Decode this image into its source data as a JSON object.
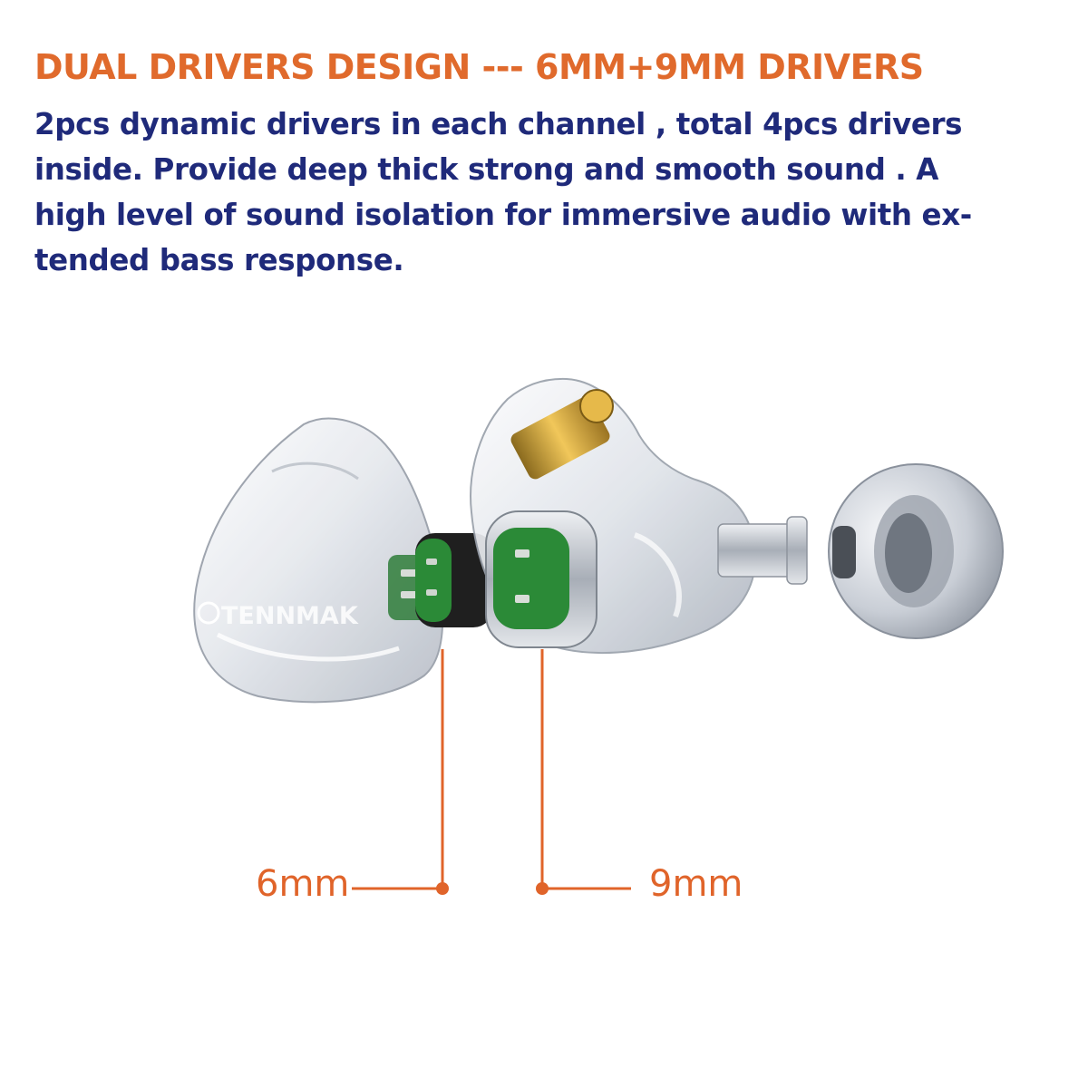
{
  "header": {
    "title": "DUAL DRIVERS DESIGN --- 6MM+9MM DRIVERS",
    "description_lines": [
      "2pcs dynamic drivers in each channel , total 4pcs drivers",
      "inside. Provide deep thick strong and smooth sound . A",
      "high level of sound isolation for immersive audio with ex-",
      "tended bass response."
    ]
  },
  "image": {
    "brand_logo": "TENNMAK",
    "callouts": {
      "small_driver": "6mm",
      "large_driver": "9mm"
    }
  },
  "colors": {
    "title": "#e06a2c",
    "body": "#1f2a7a",
    "callout": "#e0642a",
    "driver_green": "#1f7a2e"
  },
  "icons": [
    "earphone-shell-icon",
    "driver-unit-icon",
    "ear-tip-icon",
    "callout-dot-icon"
  ]
}
